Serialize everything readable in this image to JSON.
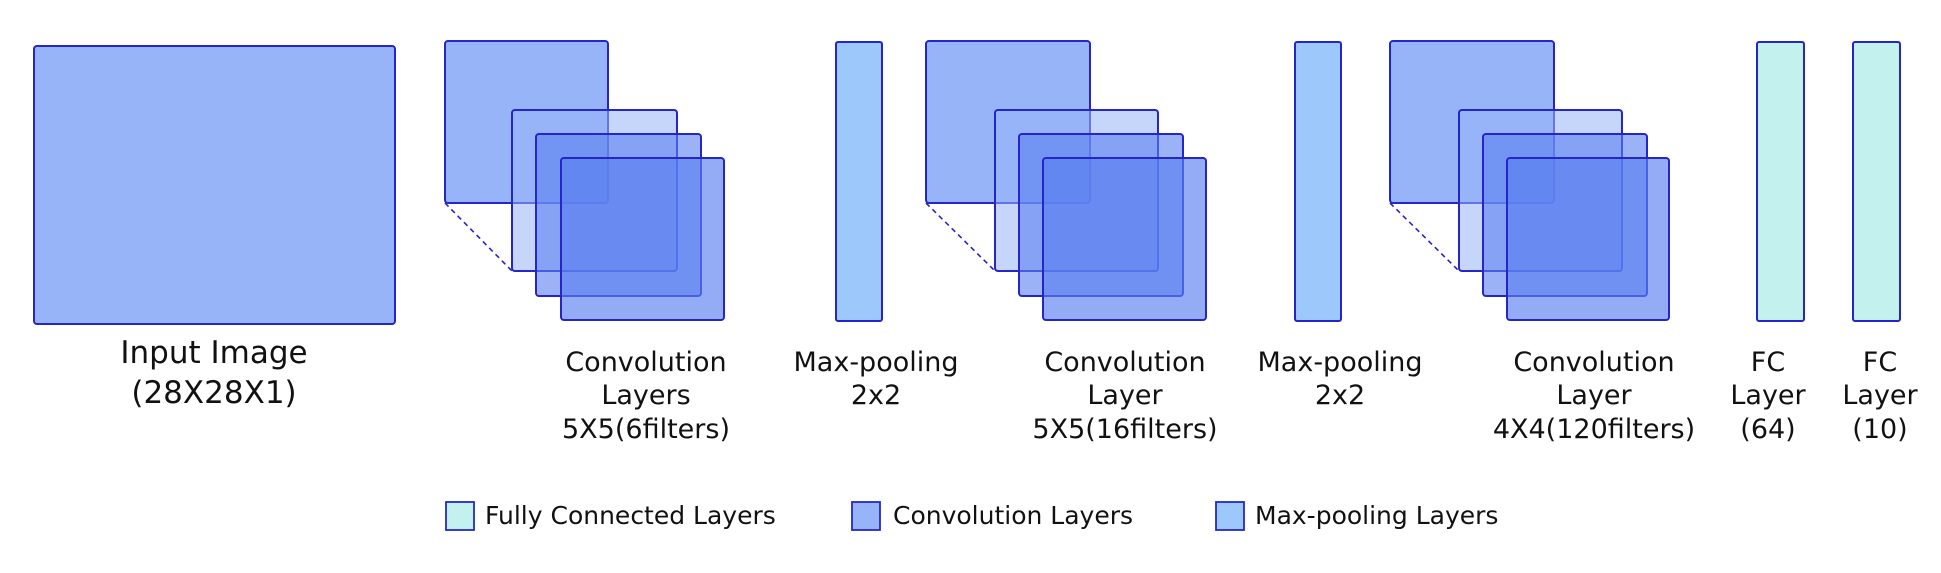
{
  "colors": {
    "stroke": "#2626C8",
    "input_fill": "#98B4F8",
    "conv_fill_light": "#98B4F8",
    "conv_fill_mid": "#5A7FF0",
    "conv_fill_dark": "#2646E6",
    "pool_fill": "#9CC8FC",
    "fc_fill": "#C3F2EE"
  },
  "blocks": {
    "input": {
      "line1": "Input Image",
      "line2": "(28X28X1)"
    },
    "conv1": {
      "line1": "Convolution",
      "line2": "Layers",
      "line3": "5X5(6filters)"
    },
    "pool1": {
      "line1": "Max-pooling",
      "line2": "2x2"
    },
    "conv2": {
      "line1": "Convolution",
      "line2": "Layer",
      "line3": "5X5(16filters)"
    },
    "pool2": {
      "line1": "Max-pooling",
      "line2": "2x2"
    },
    "conv3": {
      "line1": "Convolution",
      "line2": "Layer",
      "line3": "4X4(120filters)"
    },
    "fc1": {
      "line1": "FC",
      "line2": "Layer",
      "line3": "(64)"
    },
    "fc2": {
      "line1": "FC",
      "line2": "Layer",
      "line3": "(10)"
    }
  },
  "legend": [
    {
      "label": "Fully Connected Layers",
      "kind": "fc"
    },
    {
      "label": "Convolution Layers",
      "kind": "conv"
    },
    {
      "label": "Max-pooling Layers",
      "kind": "pool"
    }
  ]
}
